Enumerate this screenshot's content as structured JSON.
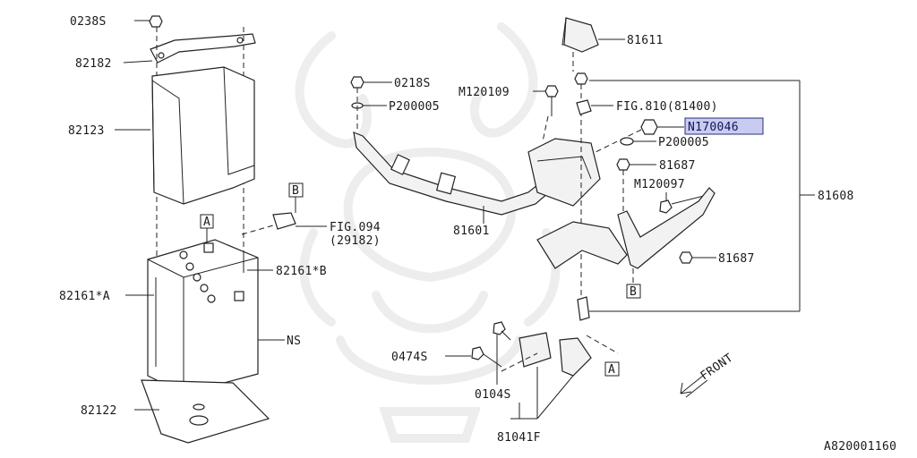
{
  "diagram_id": "A820001160",
  "front_label": "FRONT",
  "labels": {
    "p0238s": "0238S",
    "p82182": "82182",
    "p82123": "82123",
    "p82161a": "82161*A",
    "p82161b": "82161*B",
    "pNS": "NS",
    "p82122": "82122",
    "p0218s": "0218S",
    "p200005a": "P200005",
    "m120109": "M120109",
    "p81611": "81611",
    "fig810": "FIG.810(81400)",
    "n170046": "N170046",
    "p200005b": "P200005",
    "p81687a": "81687",
    "m120097": "M120097",
    "p81608": "81608",
    "p81601": "81601",
    "fig094": "FIG.094",
    "fig094sub": "(29182)",
    "p81687b": "81687",
    "p0474s": "0474S",
    "p0104s": "0104S",
    "p81041f": "81041F"
  },
  "tags": {
    "a": "A",
    "b": "B"
  },
  "highlight_color": "#c9ccf0"
}
